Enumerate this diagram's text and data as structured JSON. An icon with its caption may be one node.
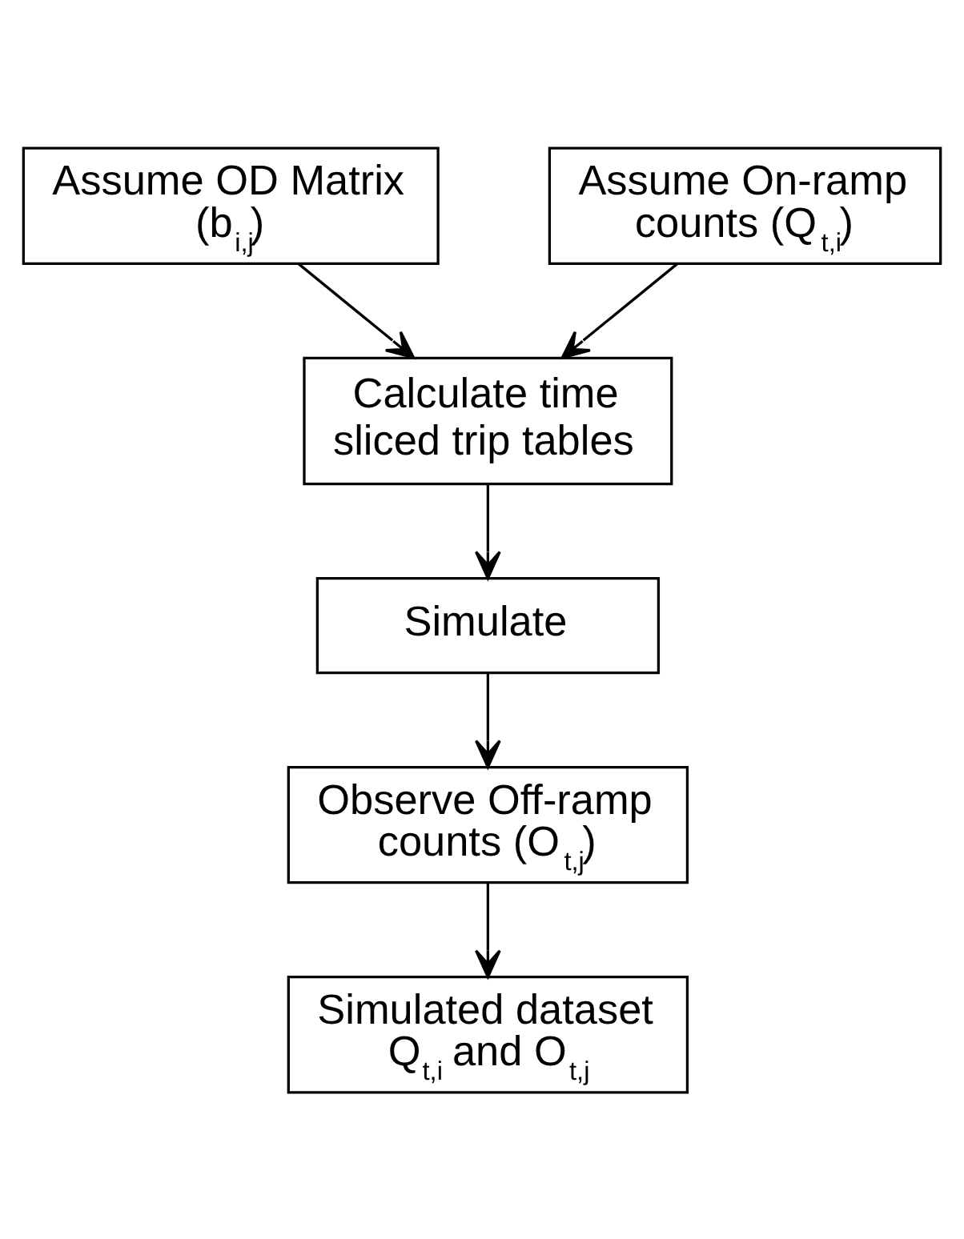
{
  "diagram": {
    "nodes": [
      {
        "text": [
          "Assume OD Matrix (b$_{i,j}$)"
        ]
      },
      {
        "text": [
          "Assume On-ramp counts (Q$_{t,i}$)"
        ]
      },
      {
        "text": [
          "Calculate time sliced trip tables"
        ]
      },
      {
        "text": [
          "Simulate"
        ]
      },
      {
        "text": [
          "Observe Off-ramp counts (O$_{t,j}$)"
        ]
      },
      {
        "text": [
          "Simulated dataset Q$_{t,i}$ and O$_{t,j}$"
        ]
      }
    ],
    "edges": [
      {
        "from": 0,
        "to": 2,
        "arrow": "to"
      },
      {
        "from": 1,
        "to": 2,
        "arrow": "to"
      },
      {
        "from": 2,
        "to": 3,
        "arrow": "to"
      },
      {
        "from": 3,
        "to": 4,
        "arrow": "to"
      },
      {
        "from": 4,
        "to": 5,
        "arrow": "to"
      }
    ]
  }
}
